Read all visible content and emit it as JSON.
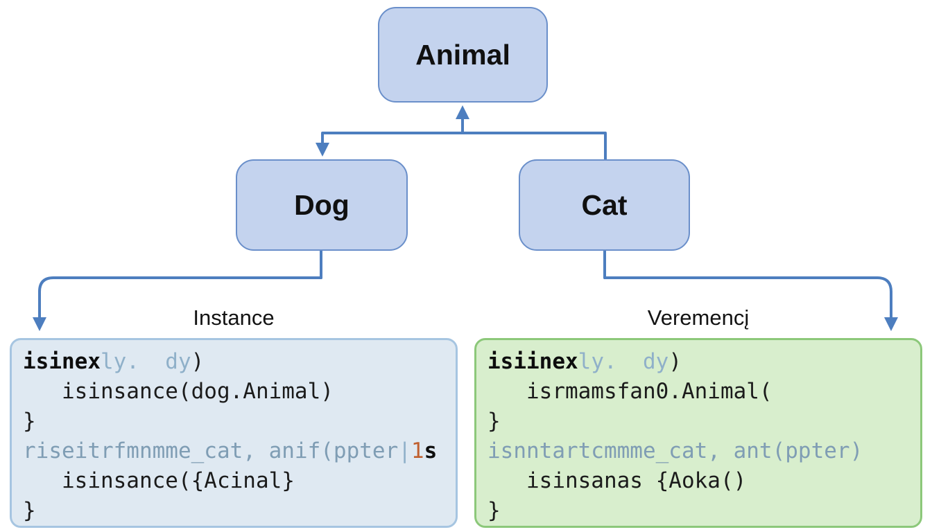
{
  "nodes": {
    "animal": {
      "label": "Animal"
    },
    "dog": {
      "label": "Dog"
    },
    "cat": {
      "label": "Cat"
    }
  },
  "sections": {
    "left": {
      "label": "Instance",
      "code": [
        [
          {
            "t": "isinex",
            "s": "bold"
          },
          {
            "t": "ly.  dy",
            "s": "blue"
          },
          {
            "t": ")",
            "s": "dark"
          }
        ],
        [
          {
            "t": "   isinsance(dog.Animal)",
            "s": "dark"
          }
        ],
        [
          {
            "t": "}",
            "s": "dark"
          }
        ],
        [
          {
            "t": "riseitrfmnmme_cat, anif(ppter",
            "s": "gray"
          },
          {
            "t": "|",
            "s": "blue"
          },
          {
            "t": "1",
            "s": "orange"
          },
          {
            "t": "s",
            "s": "bold"
          }
        ],
        [
          {
            "t": "   isinsance({Acinal}",
            "s": "dark"
          }
        ],
        [
          {
            "t": "}",
            "s": "dark"
          }
        ]
      ]
    },
    "right": {
      "label": "Veremencį",
      "code": [
        [
          {
            "t": "isiinex",
            "s": "bold"
          },
          {
            "t": "ly.  dy",
            "s": "blue"
          },
          {
            "t": ")",
            "s": "dark"
          }
        ],
        [
          {
            "t": "   isrmamsfan0.Animal(",
            "s": "dark"
          }
        ],
        [
          {
            "t": "}",
            "s": "dark"
          }
        ],
        [
          {
            "t": "isnntartcmmme_cat, ant(ppter)",
            "s": "gray"
          }
        ],
        [
          {
            "t": "   isinsanas {Aoka()",
            "s": "dark"
          }
        ],
        [
          {
            "t": "}",
            "s": "dark"
          }
        ]
      ]
    }
  },
  "colors": {
    "node_fill": "#c4d3ee",
    "node_border": "#6a8fca",
    "connector": "#4d7ebf",
    "left_box_fill": "#dfe9f2",
    "left_box_border": "#a6c5e1",
    "right_box_fill": "#d8eecd",
    "right_box_border": "#8cc87a",
    "code_dark": "#1b1b1b",
    "code_blue": "#8fb0c9",
    "code_gray": "#7f9db4",
    "code_orange": "#c06030"
  }
}
